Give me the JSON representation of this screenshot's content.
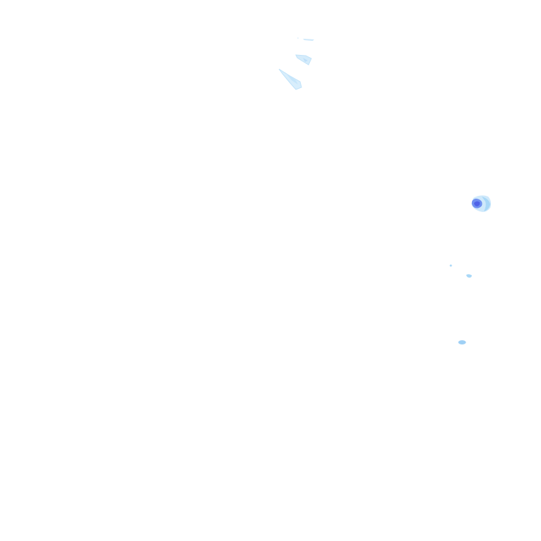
{
  "map": {
    "type": "weather-radar-tile",
    "background_color": "#ffffff",
    "legend": {
      "light": "#cfe9fb",
      "moderate": "#9fd0f5",
      "heavy": "#6f8ff0",
      "very_heavy": "#4f63e8"
    },
    "echoes": [
      {
        "id": "streak-north-1",
        "intensity": "light"
      },
      {
        "id": "streak-north-2",
        "intensity": "light"
      },
      {
        "id": "streak-north-3",
        "intensity": "light"
      },
      {
        "id": "cell-east",
        "intensity": "very_heavy"
      },
      {
        "id": "fleck-east-1",
        "intensity": "moderate"
      },
      {
        "id": "fleck-east-2",
        "intensity": "moderate"
      },
      {
        "id": "fleck-southeast",
        "intensity": "moderate"
      }
    ]
  }
}
